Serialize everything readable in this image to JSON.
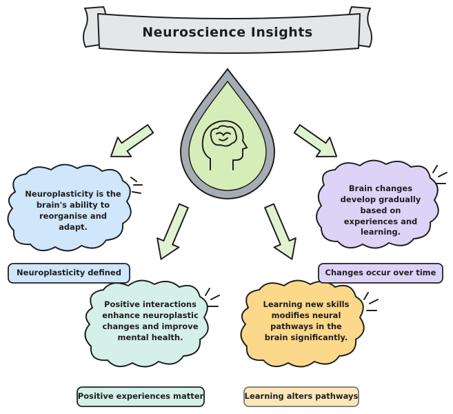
{
  "title": "Neuroscience Insights",
  "icon": "brain-head-icon",
  "nodes": [
    {
      "id": "neuroplasticity",
      "text": "Neuroplasticity is the brain's ability to reorganise and adapt.",
      "label": "Neuroplasticity defined",
      "color": "#cfe6fb"
    },
    {
      "id": "gradual",
      "text": "Brain changes develop gradually based on experiences and learning.",
      "label": "Changes occur over time",
      "color": "#ddd3f7"
    },
    {
      "id": "positive",
      "text": "Positive interactions enhance neuroplastic changes and improve mental health.",
      "label": "Positive experiences matter",
      "color": "#d4f0e8"
    },
    {
      "id": "learning",
      "text": "Learning new skills modifies neural pathways in the brain significantly.",
      "label": "Learning alters pathways",
      "color": "#fbd88a"
    }
  ],
  "colors": {
    "drop_outer": "#a6adb2",
    "drop_inner": "#d6edb9",
    "arrow_fill": "#e0f2cf",
    "banner": "#e4e6e8"
  }
}
